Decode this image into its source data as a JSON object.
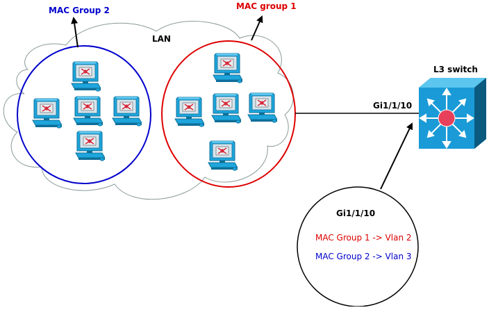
{
  "labels": {
    "mac_group_2": "MAC Group 2",
    "mac_group_1": "MAC group 1",
    "lan": "LAN",
    "l3_switch": "L3 switch",
    "link_port": "Gi1/1/10",
    "callout_port": "Gi1/1/10",
    "mapping_1": "MAC Group 1 -> Vlan 2",
    "mapping_2": "MAC Group 2 -> Vlan 3"
  },
  "colors": {
    "group2": "#0000cc",
    "group1": "#dd0000",
    "cloud": "#8a9a9a",
    "switch_face": "#1a9bd7",
    "switch_center": "#e8405a",
    "pc_body": "#1ea6dc"
  },
  "icons": {
    "computer": "computer-icon",
    "switch": "l3-switch-icon"
  }
}
